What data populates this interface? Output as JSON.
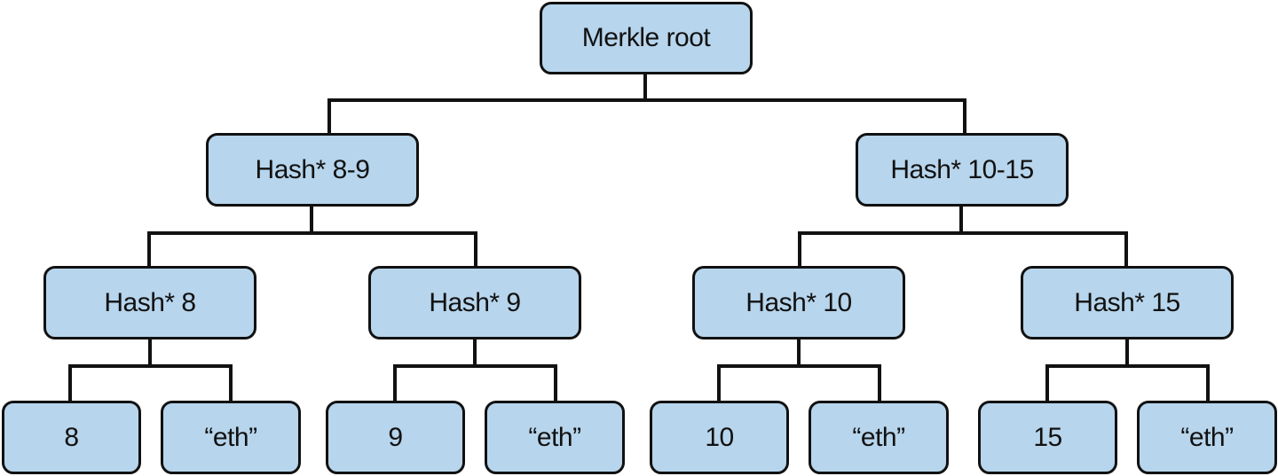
{
  "diagram": {
    "node_fill": "#b7d5ec",
    "line_color": "#111111",
    "root": {
      "label": "Merkle root"
    },
    "level1": [
      {
        "label": "Hash* 8-9"
      },
      {
        "label": "Hash* 10-15"
      }
    ],
    "level2": [
      {
        "label": "Hash* 8"
      },
      {
        "label": "Hash* 9"
      },
      {
        "label": "Hash* 10"
      },
      {
        "label": "Hash* 15"
      }
    ],
    "leaves": [
      {
        "label": "8"
      },
      {
        "label": "“eth”"
      },
      {
        "label": "9"
      },
      {
        "label": "“eth”"
      },
      {
        "label": "10"
      },
      {
        "label": "“eth”"
      },
      {
        "label": "15"
      },
      {
        "label": "“eth”"
      }
    ]
  }
}
